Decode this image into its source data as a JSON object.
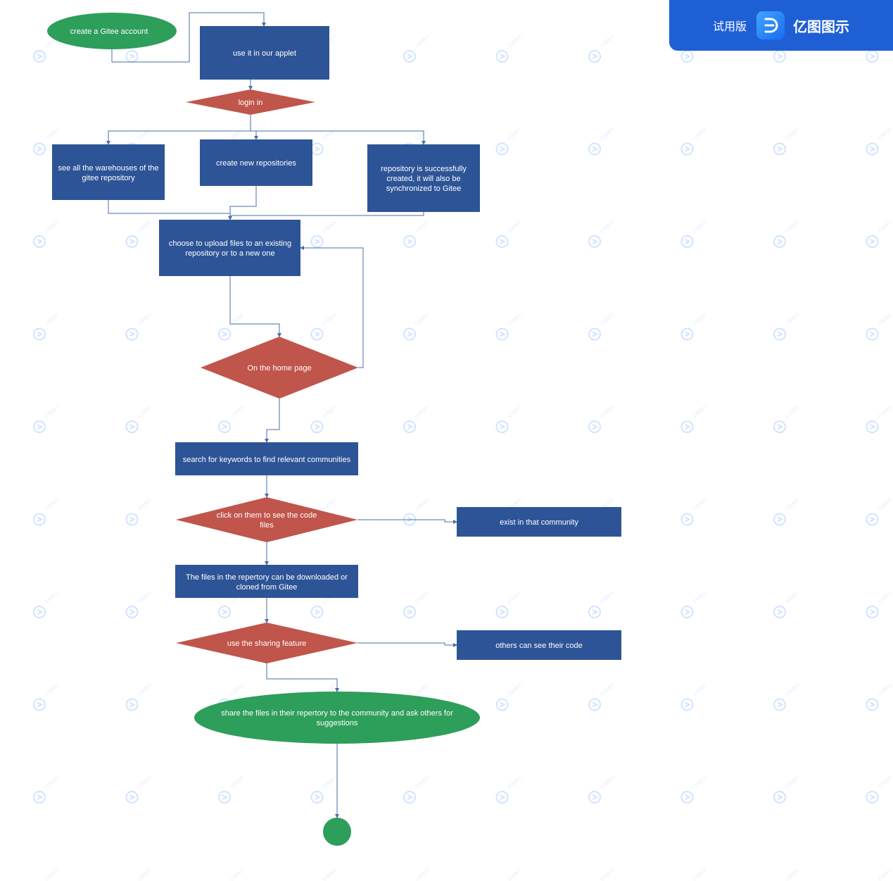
{
  "colors": {
    "process": "#2d5496",
    "decision": "#c0554b",
    "terminal": "#2e9e5b",
    "connector": "#4a6fa5",
    "badge": "#1f5fd6"
  },
  "badge": {
    "trial_label": "试用版",
    "product_name": "亿图图示",
    "logo_icon": "edraw-logo-icon"
  },
  "nodes": {
    "create_account": [
      "create a Gitee account"
    ],
    "use_applet": [
      "use it in our applet"
    ],
    "login": [
      "login in"
    ],
    "see_warehouses": [
      "see all the warehouses of the",
      "gitee repository"
    ],
    "create_repos": [
      "create new repositories"
    ],
    "repo_created": [
      "repository is successfully",
      "created, it will also be",
      "synchronized to Gitee"
    ],
    "choose_upload": [
      "choose to upload files to an existing",
      "repository or to a new one"
    ],
    "home_page": [
      "On the home page"
    ],
    "search_keywords": [
      "search for keywords to find relevant communities"
    ],
    "click_code": [
      "click on them to see the code",
      "files"
    ],
    "exist_community": [
      "exist in that community"
    ],
    "files_download": [
      "The files in the repertory can be downloaded or",
      "cloned from Gitee"
    ],
    "sharing_feature": [
      "use the sharing feature"
    ],
    "others_see": [
      "others can see their code"
    ],
    "share_files": [
      "share the files in their repertory to the community and ask others for",
      "suggestions"
    ]
  }
}
